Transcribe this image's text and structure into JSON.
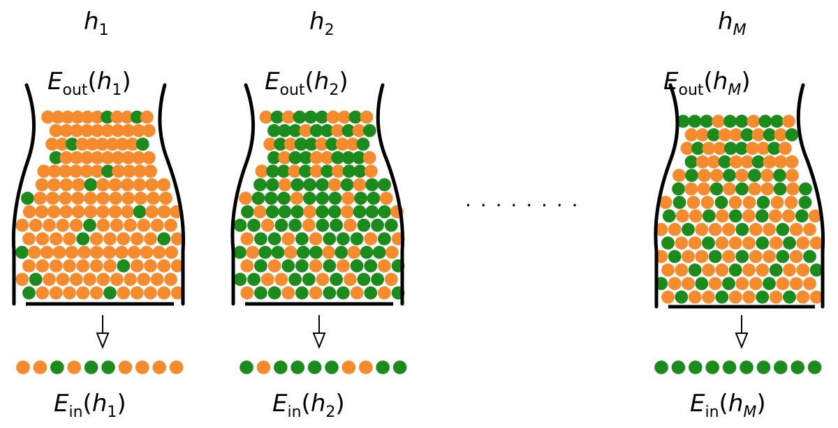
{
  "colors": {
    "orange": "#F68B2E",
    "green": "#1B8B1B",
    "outline": "#000000"
  },
  "ellipsis": ". . . . . . . .",
  "panels": [
    {
      "hypothesis": {
        "base": "h",
        "sub": "1"
      },
      "e_out": {
        "base": "E",
        "sub": "out",
        "open": "(",
        "arg_base": "h",
        "arg_sub": "1",
        "close": ")"
      },
      "e_in": {
        "base": "E",
        "sub": "in",
        "open": "(",
        "arg_base": "h",
        "arg_sub": "1",
        "close": ")"
      },
      "sample": [
        "orange",
        "orange",
        "green",
        "orange",
        "green",
        "green",
        "orange",
        "orange",
        "orange",
        "orange"
      ],
      "jar_rows": [
        "OOOOOOGOOGO",
        "OOOOOOOOOO",
        "OOGOOOOOOG",
        "GOOOOOOOOO",
        "OOOOOOGOOOO",
        "OOOOGOOOOOO",
        "GOOOOOOOOOOO",
        "OOOOOOOOOGOOO",
        "OOOOOGOOOOOO",
        "OOOOGOOOOOGO",
        "GOOOOOOOOOOOO",
        "OOOOOOOGOOOO",
        "OGOOOOOOOOOO",
        "GOOOOOGOOOOO"
      ]
    },
    {
      "hypothesis": {
        "base": "h",
        "sub": "2"
      },
      "e_out": {
        "base": "E",
        "sub": "out",
        "open": "(",
        "arg_base": "h",
        "arg_sub": "2",
        "close": ")"
      },
      "e_in": {
        "base": "E",
        "sub": "in",
        "open": "(",
        "arg_base": "h",
        "arg_sub": "2",
        "close": ")"
      },
      "sample": [
        "green",
        "orange",
        "green",
        "green",
        "green",
        "green",
        "orange",
        "orange",
        "green",
        "green"
      ],
      "jar_rows": [
        "OGOGGGOOGO",
        "GGGOGGOGOG",
        "OGOGGOGOOG",
        "GOGGOOGGGO",
        "OGGOGOGOGGO",
        "GGOGGGOGOGG",
        "OGGGOGGGOGGO",
        "GOGGGOGGOGGGO",
        "GGOGGOGGOGGG",
        "OGGOGOGGGOGO",
        "GOGGOGGOGOGGO",
        "OGOGGOGOGGOG",
        "GGOOGGOGOGGO",
        "OGGOGOGGOGOG"
      ]
    },
    {
      "hypothesis": {
        "base": "h",
        "sub": "M"
      },
      "e_out": {
        "base": "E",
        "sub": "out",
        "open": "(",
        "arg_base": "h",
        "arg_sub": "M",
        "close": ")"
      },
      "e_in": {
        "base": "E",
        "sub": "in",
        "open": "(",
        "arg_base": "h",
        "arg_sub": "M",
        "close": ")"
      },
      "sample": [
        "green",
        "green",
        "green",
        "green",
        "green",
        "green",
        "green",
        "green",
        "green",
        "green"
      ],
      "jar_rows": [
        "GGGOGGOGGO",
        "OOGOOGOGOG",
        "OGOOGGOOGO",
        "GOOGOOGOOO",
        "OGOOGOGOGO",
        "GOOGOGOOGOG",
        "OGOOGOOGOOG",
        "GOOGOGOGOOGO",
        "OOGOOOGOOGOO",
        "GOOGOOOGOGOO",
        "OGOOGOGOOGOG",
        "OOGOOGOOGOOG",
        "GOOGOGOOGOOO",
        "OGOOGOOGOGOO"
      ]
    }
  ]
}
